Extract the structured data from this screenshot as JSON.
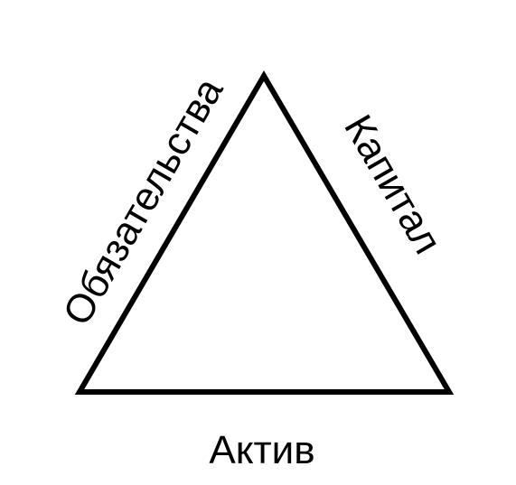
{
  "diagram": {
    "labels": {
      "left_side": "Обязательства",
      "right_side": "Капитал",
      "bottom_side": "Актив"
    },
    "colors": {
      "background": "#ffffff",
      "stroke": "#000000",
      "text": "#000000"
    }
  }
}
